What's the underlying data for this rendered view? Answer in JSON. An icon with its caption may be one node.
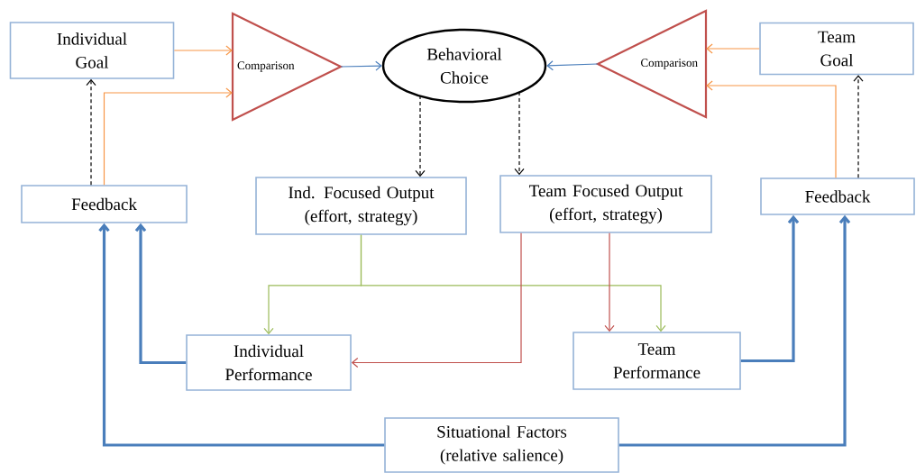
{
  "diagram": {
    "nodes": [
      {
        "text": [
          "Individual Goal"
        ]
      },
      {
        "text": [
          "Comparison"
        ]
      },
      {
        "text": [
          "Behavioral Choice"
        ]
      },
      {
        "text": [
          "Comparison"
        ]
      },
      {
        "text": [
          "Team Goal"
        ]
      },
      {
        "text": [
          "Feedback"
        ]
      },
      {
        "text": [
          "Ind. Focused Output (effort, strategy)"
        ]
      },
      {
        "text": [
          "Team Focused Output (effort, strategy)"
        ]
      },
      {
        "text": [
          "Feedback"
        ]
      },
      {
        "text": [
          "Individual Performance"
        ]
      },
      {
        "text": [
          "Team Performance"
        ]
      },
      {
        "text": [
          "Situational Factors (relative salience)"
        ]
      }
    ],
    "edges": [
      {
        "from": 0,
        "to": 1,
        "arrow": "to",
        "color": "#f79646"
      },
      {
        "from": 5,
        "to": 1,
        "arrow": "to",
        "color": "#f79646"
      },
      {
        "from": 1,
        "to": 2,
        "arrow": "to"
      },
      {
        "from": 3,
        "to": 2,
        "arrow": "to"
      },
      {
        "from": 4,
        "to": 3,
        "arrow": "to",
        "color": "#f79646"
      },
      {
        "from": 8,
        "to": 3,
        "arrow": "to",
        "color": "#f79646"
      },
      {
        "from": 5,
        "to": 0,
        "arrow": "to",
        "style": "dashed",
        "color": "#000000"
      },
      {
        "from": 8,
        "to": 4,
        "arrow": "to",
        "style": "dashed",
        "color": "#000000"
      },
      {
        "from": 2,
        "to": 6,
        "arrow": "to",
        "style": "dashed",
        "color": "#000000"
      },
      {
        "from": 2,
        "to": 7,
        "arrow": "to",
        "style": "dashed",
        "color": "#000000"
      },
      {
        "from": 6,
        "to": 9,
        "arrow": "to",
        "color": "#9bbb59"
      },
      {
        "from": 6,
        "to": 10,
        "arrow": "to",
        "color": "#9bbb59"
      },
      {
        "from": 7,
        "to": 9,
        "arrow": "to",
        "color": "#c0504d"
      },
      {
        "from": 7,
        "to": 10,
        "arrow": "to",
        "color": "#c0504d"
      },
      {
        "from": 9,
        "to": 5,
        "arrow": "to",
        "style": "thick"
      },
      {
        "from": 10,
        "to": 8,
        "arrow": "to",
        "style": "thick"
      },
      {
        "from": 11,
        "to": 5,
        "arrow": "to",
        "style": "thick"
      },
      {
        "from": 11,
        "to": 8,
        "arrow": "to",
        "style": "thick"
      }
    ]
  }
}
